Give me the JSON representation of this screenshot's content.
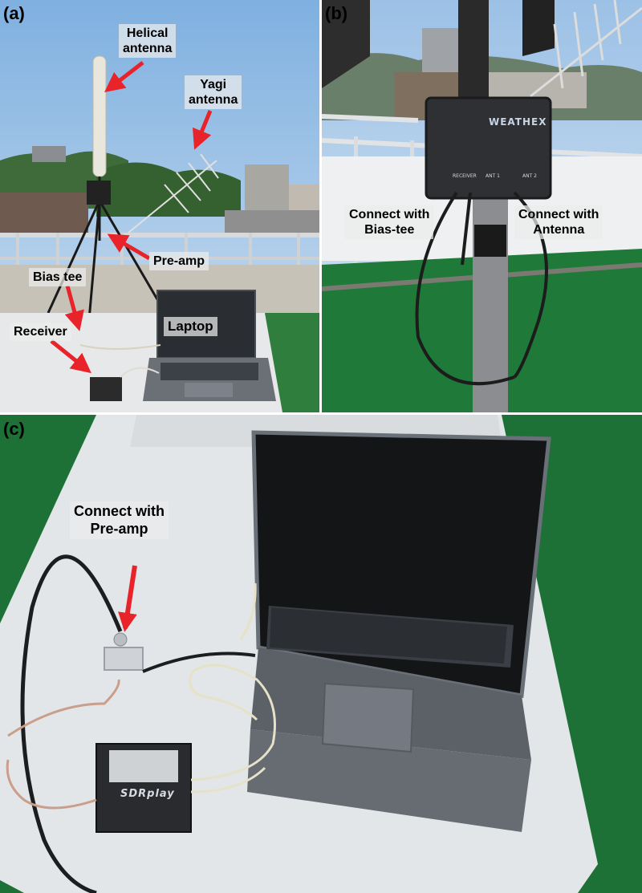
{
  "panel_a": {
    "letter": "(a)",
    "labels": {
      "helical_line1": "Helical",
      "helical_line2": "antenna",
      "yagi_line1": "Yagi",
      "yagi_line2": "antenna",
      "preamp": "Pre-amp",
      "bias_tee": "Bias tee",
      "receiver": "Receiver",
      "laptop": "Laptop"
    }
  },
  "panel_b": {
    "letter": "(b)",
    "labels": {
      "bias_line1": "Connect with",
      "bias_line2": "Bias-tee",
      "antenna_line1": "Connect with",
      "antenna_line2": "Antenna"
    },
    "box_brand": "WEATHEX",
    "port_labels": [
      "RECEIVER",
      "ANT 1",
      "ANT 2"
    ]
  },
  "panel_c": {
    "letter": "(c)",
    "labels": {
      "preamp_line1": "Connect with",
      "preamp_line2": "Pre-amp"
    },
    "receiver_brand": "SDRplay"
  },
  "colors": {
    "arrow": "#e8232a",
    "sky": "#9fc3e6",
    "turf": "#1f7a3a",
    "table": "#e6e8ea",
    "laptop_body": "#5a6068"
  }
}
